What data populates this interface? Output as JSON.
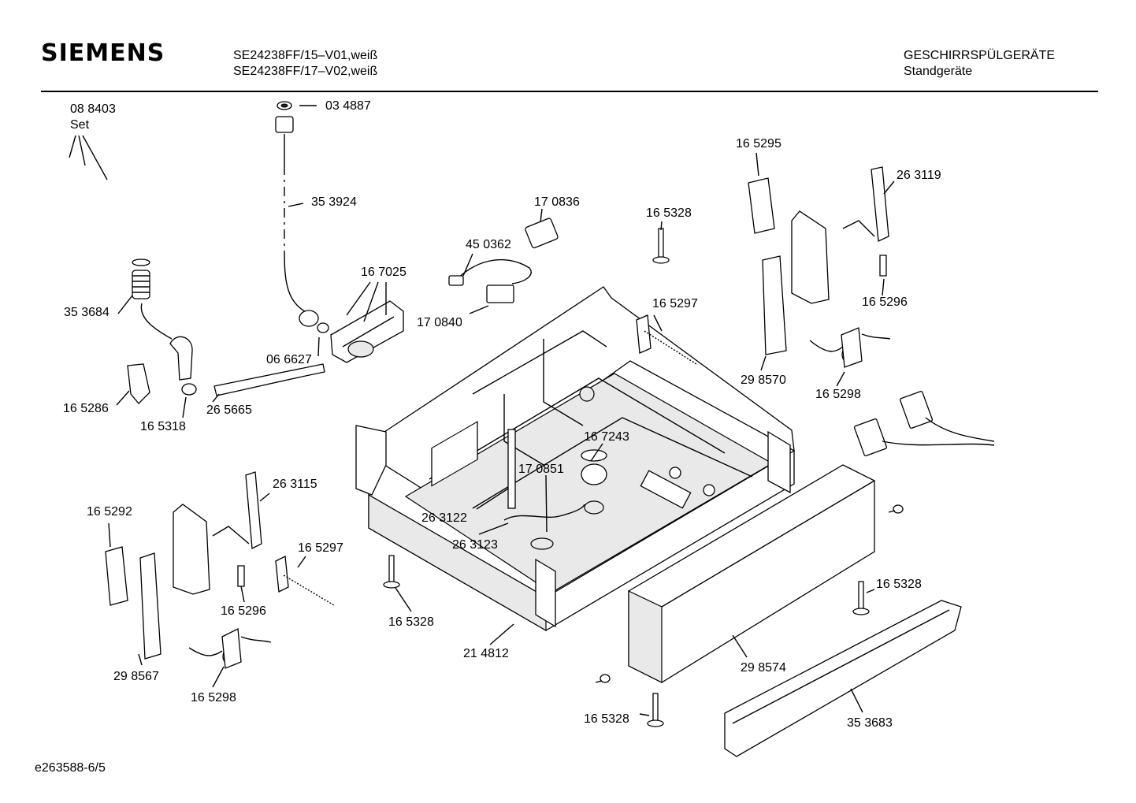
{
  "header": {
    "brand": "SIEMENS",
    "models": [
      "SE24238FF/15–V01,weiß",
      "SE24238FF/17–V02,weiß"
    ],
    "category": [
      "GESCHIRRSPÜLGERÄTE",
      "Standgeräte"
    ]
  },
  "footer": {
    "drawing_id": "e263588-6/5"
  },
  "parts": [
    {
      "id": "p-088403",
      "label": "08 8403"
    },
    {
      "id": "p-set",
      "label": "Set"
    },
    {
      "id": "p-034887",
      "label": "03 4887"
    },
    {
      "id": "p-353924",
      "label": "35 3924"
    },
    {
      "id": "p-170836",
      "label": "17 0836"
    },
    {
      "id": "p-165328-a",
      "label": "16 5328"
    },
    {
      "id": "p-165295",
      "label": "16 5295"
    },
    {
      "id": "p-263119",
      "label": "26 3119"
    },
    {
      "id": "p-450362",
      "label": "45 0362"
    },
    {
      "id": "p-167025",
      "label": "16 7025"
    },
    {
      "id": "p-353684",
      "label": "35 3684"
    },
    {
      "id": "p-170840",
      "label": "17 0840"
    },
    {
      "id": "p-165297-a",
      "label": "16 5297"
    },
    {
      "id": "p-165296-a",
      "label": "16 5296"
    },
    {
      "id": "p-066627",
      "label": "06 6627"
    },
    {
      "id": "p-298570",
      "label": "29 8570"
    },
    {
      "id": "p-165298-a",
      "label": "16 5298"
    },
    {
      "id": "p-165286",
      "label": "16 5286"
    },
    {
      "id": "p-265665",
      "label": "26 5665"
    },
    {
      "id": "p-165318",
      "label": "16 5318"
    },
    {
      "id": "p-167243",
      "label": "16 7243"
    },
    {
      "id": "p-170851",
      "label": "17 0851"
    },
    {
      "id": "p-263115",
      "label": "26 3115"
    },
    {
      "id": "p-165292",
      "label": "16 5292"
    },
    {
      "id": "p-263122",
      "label": "26 3122"
    },
    {
      "id": "p-263123",
      "label": "26 3123"
    },
    {
      "id": "p-165297-b",
      "label": "16 5297"
    },
    {
      "id": "p-165296-b",
      "label": "16 5296"
    },
    {
      "id": "p-165328-b",
      "label": "16 5328"
    },
    {
      "id": "p-165328-c",
      "label": "16 5328"
    },
    {
      "id": "p-214812",
      "label": "21 4812"
    },
    {
      "id": "p-298574",
      "label": "29 8574"
    },
    {
      "id": "p-298567",
      "label": "29 8567"
    },
    {
      "id": "p-165298-b",
      "label": "16 5298"
    },
    {
      "id": "p-165328-d",
      "label": "16 5328"
    },
    {
      "id": "p-353683",
      "label": "35 3683"
    }
  ]
}
